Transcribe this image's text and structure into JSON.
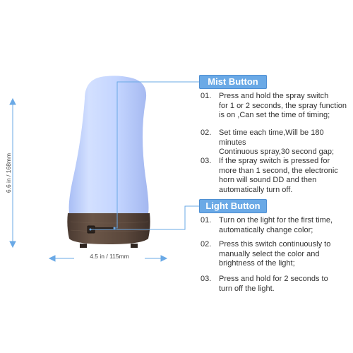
{
  "height_dimension": "6.6 in / 168mm",
  "width_dimension": "4.5 in / 115mm",
  "mist": {
    "title": "Mist Button",
    "items": [
      {
        "number": "01.",
        "text": "Press and hold the spray switch\nfor 1 or 2 seconds, the spray function\nis on ,Can set the time of timing;"
      },
      {
        "number": "02.",
        "text": "Set time each time,Will be 180 minutes\nContinuous spray,30 second gap;"
      },
      {
        "number": "03.",
        "text": "If the spray switch is pressed for\nmore than 1 second, the electronic\nhorn will sound DD and then\nautomatically turn off."
      }
    ]
  },
  "light": {
    "title": "Light Button",
    "items": [
      {
        "number": "01.",
        "text": "Turn on the light for the first time,\nautomatically change color;"
      },
      {
        "number": "02.",
        "text": "Press this switch continuously to\nmanually select the color and\nbrightness of the light;"
      },
      {
        "number": "03.",
        "text": "Press and hold for 2 seconds to\nturn off the light."
      }
    ]
  },
  "colors": {
    "accent": "#6aa9e6",
    "diffuser_top": "#c6d7ff",
    "diffuser_bottom": "#b7c9fa",
    "wood_base": "#5e4a3e"
  }
}
